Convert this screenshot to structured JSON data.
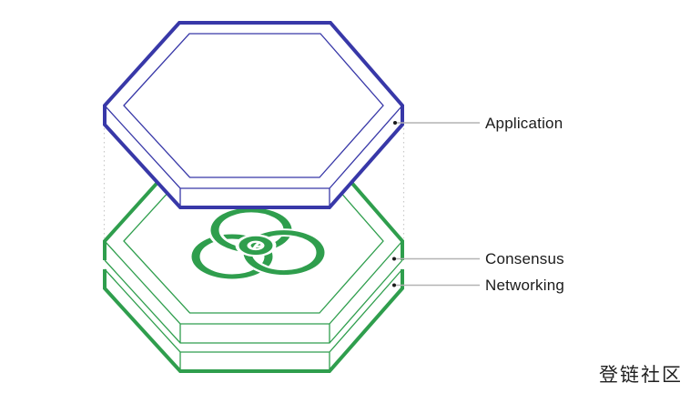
{
  "diagram": {
    "type": "layered-architecture-diagram",
    "logo_icon": "tendermint-triquetra-icon",
    "layers": [
      {
        "id": "application",
        "label": "Application"
      },
      {
        "id": "consensus",
        "label": "Consensus"
      },
      {
        "id": "networking",
        "label": "Networking"
      }
    ]
  },
  "watermark": {
    "text": "登链社区"
  },
  "colors": {
    "application_blue": "#3838A8",
    "tendermint_green": "#2F9E4D",
    "leader_line": "#B3B3B3",
    "callout_dot": "#1A1A1A",
    "label_text": "#1B1B1B",
    "guide_dotted": "#C9C9C9",
    "background": "#FFFFFF"
  }
}
